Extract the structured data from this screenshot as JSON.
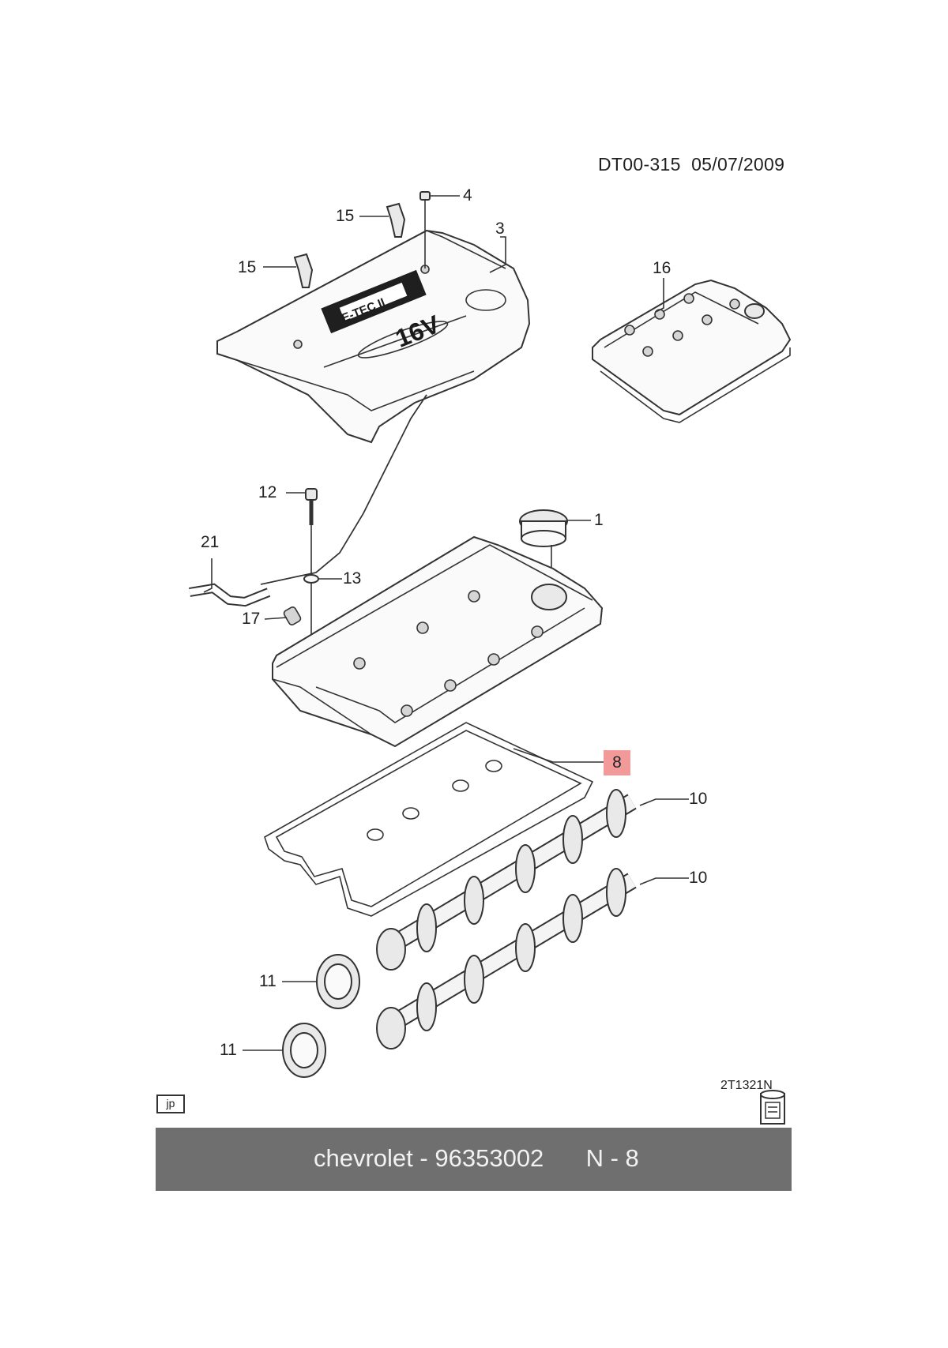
{
  "header": {
    "diagram_id": "DT00-315",
    "date": "05/07/2009"
  },
  "callouts": [
    {
      "id": "c4",
      "label": "4"
    },
    {
      "id": "c15a",
      "label": "15"
    },
    {
      "id": "c3",
      "label": "3"
    },
    {
      "id": "c15b",
      "label": "15"
    },
    {
      "id": "c16",
      "label": "16"
    },
    {
      "id": "c12",
      "label": "12"
    },
    {
      "id": "c1",
      "label": "1"
    },
    {
      "id": "c21",
      "label": "21"
    },
    {
      "id": "c13",
      "label": "13"
    },
    {
      "id": "c17",
      "label": "17"
    },
    {
      "id": "c8",
      "label": "8",
      "highlight": true
    },
    {
      "id": "c10a",
      "label": "10"
    },
    {
      "id": "c10b",
      "label": "10"
    },
    {
      "id": "c11a",
      "label": "11"
    },
    {
      "id": "c11b",
      "label": "11"
    }
  ],
  "cover_badges": {
    "etec": "E-TEC II",
    "valves": "16V"
  },
  "bottom": {
    "code": "2T1321N",
    "lang_badge": "jp"
  },
  "footer": {
    "brand": "chevrolet",
    "separator": "-",
    "part_number": "96353002",
    "page_ref": "N - 8"
  },
  "colors": {
    "highlight": "#f29a9a",
    "footer_bg": "#6f6f6f",
    "footer_text": "#f2f2f2"
  }
}
